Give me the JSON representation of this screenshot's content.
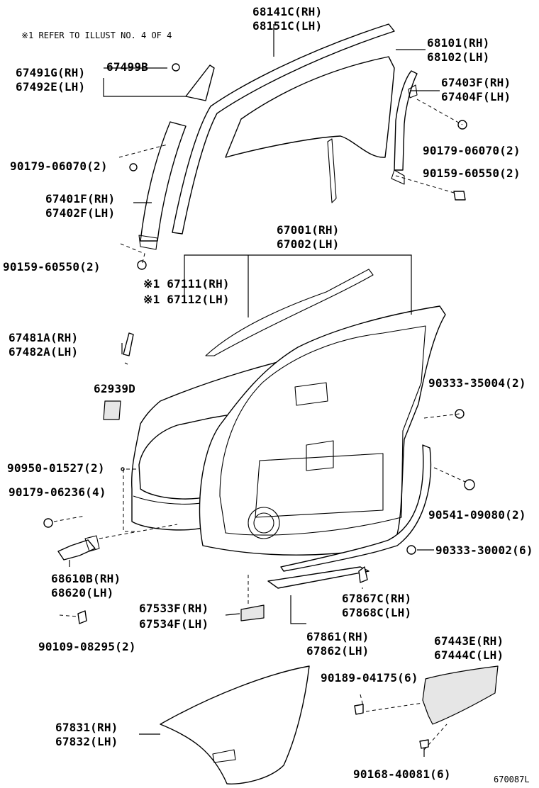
{
  "note": "※1 REFER TO ILLUST NO. 4 OF 4",
  "figure_id": "670087L",
  "labels": {
    "l68141": [
      "68141C(RH)",
      "68151C(LH)"
    ],
    "l68101": [
      "68101(RH)",
      "68102(LH)"
    ],
    "l67499": [
      "67499B"
    ],
    "l67491": [
      "67491G(RH)",
      "67492E(LH)"
    ],
    "l67403": [
      "67403F(RH)",
      "67404F(LH)"
    ],
    "l90179a": [
      "90179-06070(2)"
    ],
    "l90179b": [
      "90179-06070(2)"
    ],
    "l90159b": [
      "90159-60550(2)"
    ],
    "l67401": [
      "67401F(RH)",
      "67402F(LH)"
    ],
    "l67001": [
      "67001(RH)",
      "67002(LH)"
    ],
    "l90159a": [
      "90159-60550(2)"
    ],
    "l67111": [
      "※1 67111(RH)",
      "※1 67112(LH)"
    ],
    "l67481": [
      "67481A(RH)",
      "67482A(LH)"
    ],
    "l62939": [
      "62939D"
    ],
    "l90333a": [
      "90333-35004(2)"
    ],
    "l90950": [
      "90950-01527(2)"
    ],
    "l90179c": [
      "90179-06236(4)"
    ],
    "l90541": [
      "90541-09080(2)"
    ],
    "l90333b": [
      "90333-30002(6)"
    ],
    "l68610": [
      "68610B(RH)",
      "68620(LH)"
    ],
    "l67867": [
      "67867C(RH)",
      "67868C(LH)"
    ],
    "l67533": [
      "67533F(RH)",
      "67534F(LH)"
    ],
    "l90109": [
      "90109-08295(2)"
    ],
    "l67861": [
      "67861(RH)",
      "67862(LH)"
    ],
    "l67443": [
      "67443E(RH)",
      "67444C(LH)"
    ],
    "l90189": [
      "90189-04175(6)"
    ],
    "l67831": [
      "67831(RH)",
      "67832(LH)"
    ],
    "l90168": [
      "90168-40081(6)"
    ]
  }
}
